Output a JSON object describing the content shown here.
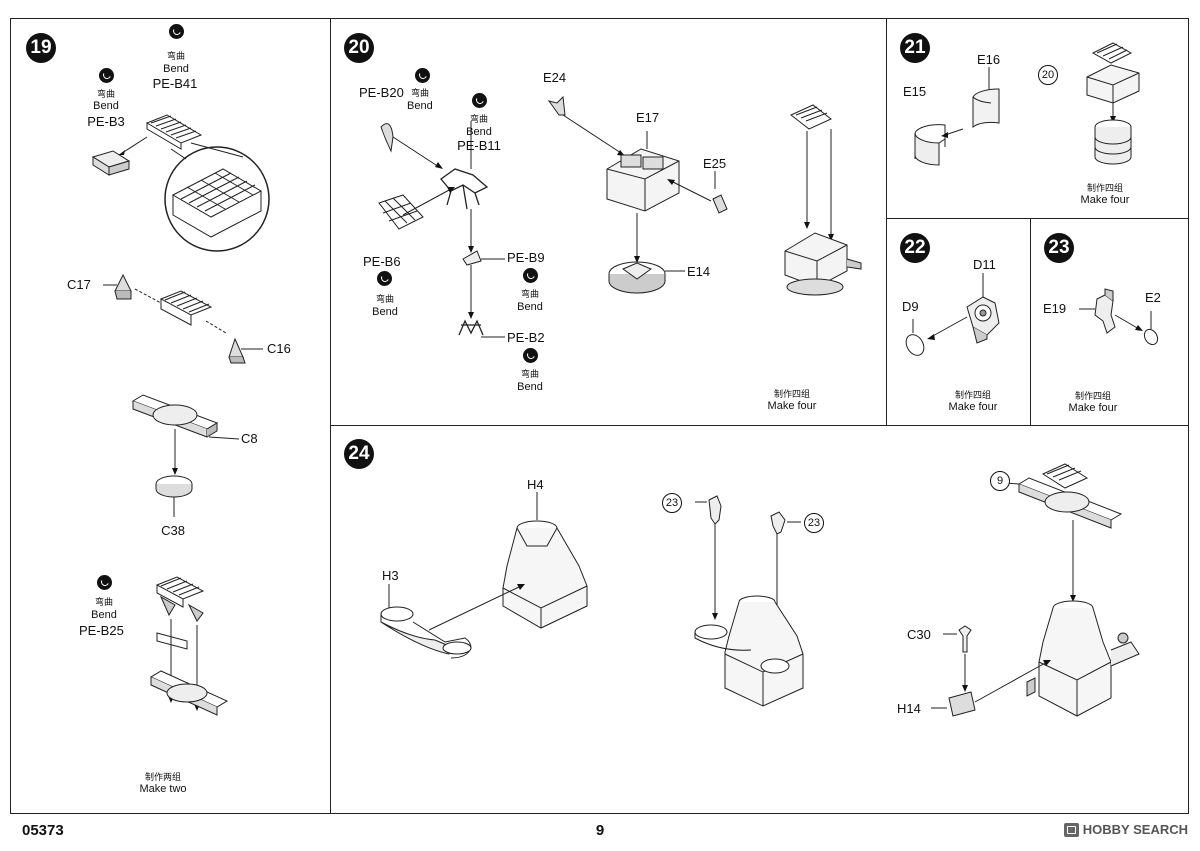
{
  "steps": {
    "s19": {
      "num": "19",
      "bend_cn": "弯曲",
      "bend_en": "Bend",
      "parts": {
        "pe_b41": "PE-B41",
        "pe_b3": "PE-B3",
        "c17": "C17",
        "c16": "C16",
        "c8": "C8",
        "c38": "C38",
        "pe_b25": "PE-B25"
      },
      "make_cn": "制作两组",
      "make_en": "Make two"
    },
    "s20": {
      "num": "20",
      "bend_cn": "弯曲",
      "bend_en": "Bend",
      "parts": {
        "pe_b20": "PE-B20",
        "pe_b11": "PE-B11",
        "pe_b6": "PE-B6",
        "pe_b9": "PE-B9",
        "pe_b2": "PE-B2",
        "e24": "E24",
        "e17": "E17",
        "e25": "E25",
        "e14": "E14"
      },
      "make_cn": "制作四组",
      "make_en": "Make four"
    },
    "s21": {
      "num": "21",
      "parts": {
        "e15": "E15",
        "e16": "E16"
      },
      "ref": "20",
      "make_cn": "制作四组",
      "make_en": "Make four"
    },
    "s22": {
      "num": "22",
      "parts": {
        "d11": "D11",
        "d9": "D9"
      },
      "make_cn": "制作四组",
      "make_en": "Make four"
    },
    "s23": {
      "num": "23",
      "parts": {
        "e19": "E19",
        "e2": "E2"
      },
      "make_cn": "制作四组",
      "make_en": "Make four"
    },
    "s24": {
      "num": "24",
      "parts": {
        "h4": "H4",
        "h3": "H3",
        "c30": "C30",
        "h14": "H14"
      },
      "refs": {
        "r23a": "23",
        "r23b": "23",
        "r9": "9"
      }
    }
  },
  "footer": {
    "code": "05373",
    "page": "9",
    "watermark": "HOBBY SEARCH"
  },
  "icons": {
    "bend": "bend-arrow-icon"
  }
}
